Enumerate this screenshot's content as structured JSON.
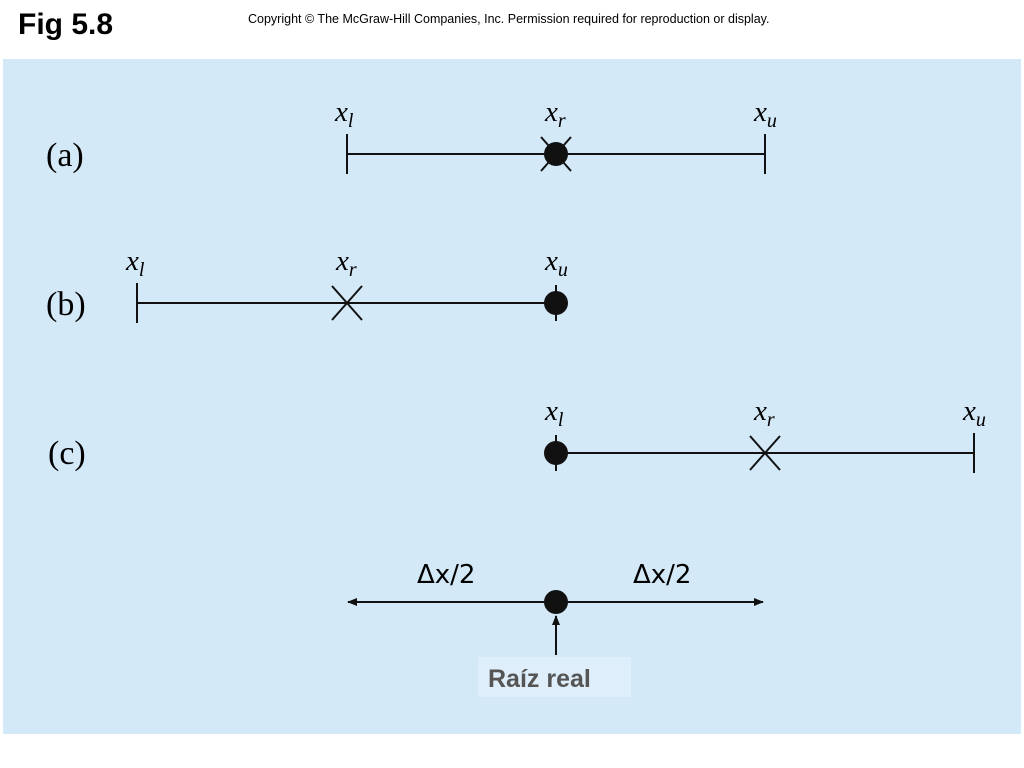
{
  "header": {
    "title": "Fig 5.8",
    "copyright": "Copyright © The McGraw-Hill Companies, Inc. Permission required for reproduction or display."
  },
  "colors": {
    "panel_background": "#d3e9f8",
    "line": "#111111",
    "root_label_bg": "#deeefa",
    "root_label_text": "#555555"
  },
  "diagram": {
    "rows": [
      {
        "id": "a",
        "label": "(a)",
        "xl": {
          "var": "x",
          "sub": "l"
        },
        "xr": {
          "var": "x",
          "sub": "r"
        },
        "xu": {
          "var": "x",
          "sub": "u"
        },
        "root_marker_at": "x_r"
      },
      {
        "id": "b",
        "label": "(b)",
        "xl": {
          "var": "x",
          "sub": "l"
        },
        "xr": {
          "var": "x",
          "sub": "r"
        },
        "xu": {
          "var": "x",
          "sub": "u"
        },
        "root_marker_at": "x_u"
      },
      {
        "id": "c",
        "label": "(c)",
        "xl": {
          "var": "x",
          "sub": "l"
        },
        "xr": {
          "var": "x",
          "sub": "r"
        },
        "xu": {
          "var": "x",
          "sub": "u"
        },
        "root_marker_at": "x_l"
      }
    ],
    "error_bounds": {
      "left_label": "Δx/2",
      "right_label": "Δx/2",
      "root_label": "Raíz real"
    }
  }
}
